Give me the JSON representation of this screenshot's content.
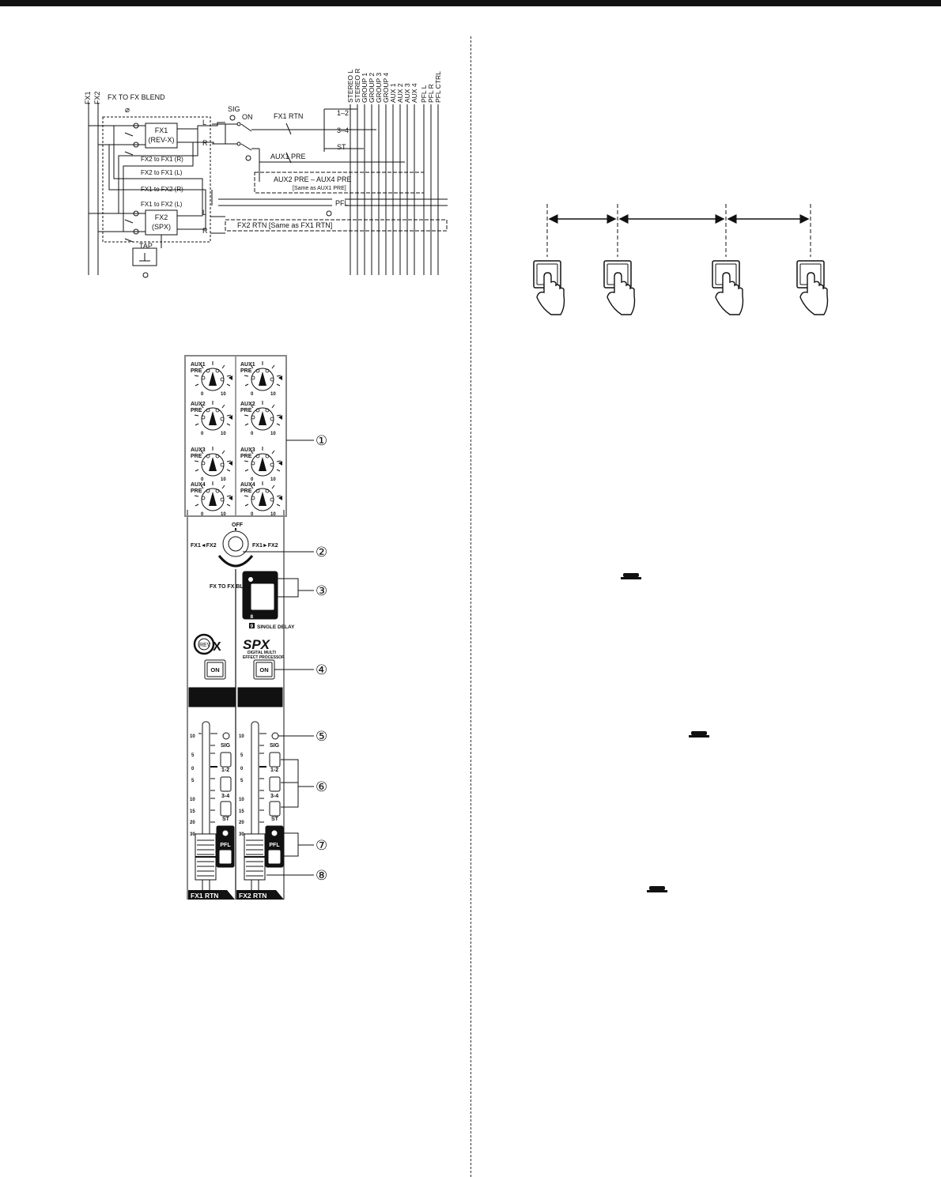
{
  "block_diagram": {
    "inputs": [
      "FX1",
      "FX2"
    ],
    "blend_label": "FX TO FX BLEND",
    "fx1_box": [
      "FX1",
      "(REV-X)"
    ],
    "fx2_box": [
      "FX2",
      "(SPX)"
    ],
    "cross_labels": [
      "FX2 to FX1 (R)",
      "FX2 to FX1 (L)",
      "FX1 to FX2 (R)",
      "FX1 to FX2 (L)"
    ],
    "lr": [
      "L",
      "R"
    ],
    "sig": "SIG",
    "on": "ON",
    "fx1_rtn": "FX1 RTN",
    "sw_labels": [
      "1–2",
      "3–4",
      "ST"
    ],
    "aux1_pre": "AUX1 PRE",
    "aux_range": "AUX2 PRE – AUX4 PRE",
    "aux_same": "[Same as AUX1 PRE]",
    "pfl": "PFL",
    "fx2_rtn": "FX2 RTN [Same as FX1 RTN]",
    "tap": "TAP",
    "buses": [
      "STEREO L",
      "STEREO R",
      "GROUP 1",
      "GROUP 2",
      "GROUP 3",
      "GROUP 4",
      "AUX 1",
      "AUX 2",
      "AUX 3",
      "AUX 4",
      "PFL L",
      "PFL R",
      "PFL CTRL"
    ]
  },
  "panel": {
    "aux_knobs": [
      [
        "AUX1",
        "PRE"
      ],
      [
        "AUX2",
        "PRE"
      ],
      [
        "AUX3",
        "PRE"
      ],
      [
        "AUX4",
        "PRE"
      ]
    ],
    "knob_scale": [
      "0",
      "10"
    ],
    "blend_off": "OFF",
    "blend_left": "FX1◄FX2",
    "blend_right": "FX1►FX2",
    "blend_name": "FX TO FX BLEND",
    "delay_items": [
      [
        "8",
        "DELAY"
      ],
      [
        "9",
        "SINGLE DELAY"
      ]
    ],
    "revx_logo": "REV",
    "revx_x": "X",
    "spx_logo": "SPX",
    "spx_sub1": "DIGITAL MULTI",
    "spx_sub2": "EFFECT PROCESSOR",
    "on_label": "ON",
    "fader_scale": [
      "10",
      "5",
      "0",
      "5",
      "10",
      "15",
      "20",
      "30"
    ],
    "sig_label": "SIG",
    "route_labels": [
      "1-2",
      "3-4",
      "ST"
    ],
    "pfl_label": "PFL",
    "channel_names": [
      "FX1 RTN",
      "FX2 RTN"
    ],
    "callouts": [
      "①",
      "②",
      "③",
      "④",
      "⑤",
      "⑥",
      "⑦",
      "⑧"
    ]
  }
}
